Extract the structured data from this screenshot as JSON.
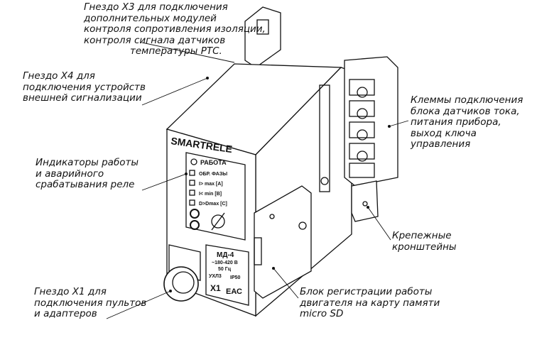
{
  "callouts": {
    "x3": [
      "Гнездо X3 для подключения",
      "дополнительных модулей",
      "контроля сопротивления изоляции,",
      "контроля сигнала датчиков",
      "температуры PTC."
    ],
    "x4": [
      "Гнездо X4 для",
      "подключения устройств",
      "внешней сигнализации"
    ],
    "indicators": [
      "Индикаторы работы",
      "и аварийного",
      "срабатывания реле"
    ],
    "x1": [
      "Гнездо X1 для",
      "подключения пультов",
      "и адаптеров"
    ],
    "terminals": [
      "Клеммы подключения",
      "блока датчиков тока,",
      "питания прибора,",
      "выход  ключа",
      "управления"
    ],
    "brackets": [
      "Крепежные",
      "кронштейны"
    ],
    "sd": [
      "Блок регистрации работы",
      "двигателя на карту памяти",
      "micro SD"
    ]
  },
  "device": {
    "brand": "SMARTRELE",
    "leds": [
      "РАБОТА",
      "ОБР. ФАЗЫ",
      "I> max  [A]",
      "I< min  [B]",
      "D>Dmax [C]"
    ],
    "model": "МД-4",
    "voltage": "~180-420 В",
    "freq": "50 Гц",
    "climate": "УХЛ3",
    "ip": "IP50",
    "socket": "X1",
    "mark": "ЕАС"
  }
}
